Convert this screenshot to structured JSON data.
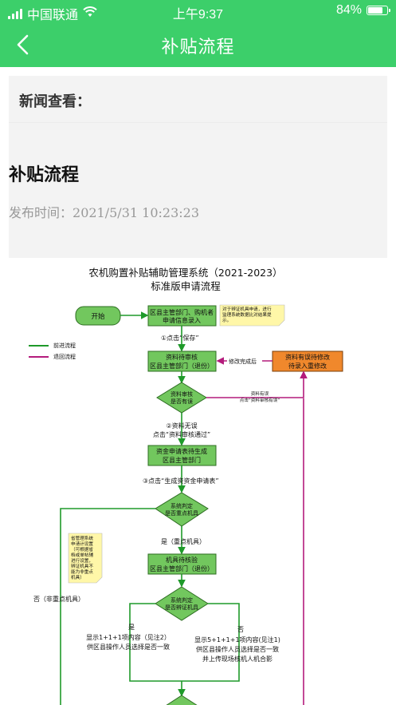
{
  "status_bar": {
    "carrier": "中国联通",
    "time": "上午9:37",
    "battery": "84%",
    "battery_level": 0.84
  },
  "nav": {
    "title": "补贴流程"
  },
  "news": {
    "section_label": "新闻查看：",
    "title": "补贴流程",
    "publish_label": "发布时间：",
    "publish_time": "2021/5/31 10:23:23"
  },
  "flowchart": {
    "title_line1": "农机购置补贴辅助管理系统（2021-2023）",
    "title_line2": "标准版申请流程",
    "start": "开始",
    "apply_box": [
      "区县主管部门、购机者",
      "申请信息录入"
    ],
    "apply_note": [
      "对于辨证机具申请，进行",
      "监理系统数据比对结果提",
      "示。"
    ],
    "legend_forward": "前进流程",
    "legend_back": "退回流程",
    "step1": "①点击“保存”",
    "review_box": [
      "资料待审核",
      "区县主管部门（退份）"
    ],
    "fix_label": "修改完成后",
    "error_box": [
      "资料有误待修改",
      "待录入重修改"
    ],
    "check_diamond": [
      "资料审核",
      "是否有误"
    ],
    "error_note": [
      "资料有误",
      "点击“资料审核有误”"
    ],
    "step2": [
      "②资料无误",
      "点击“资料审核通过”"
    ],
    "fund_box": [
      "资金申请表待生成",
      "区县主管部门"
    ],
    "step3": "③点击“生成资资金申请表”",
    "judge1": [
      "系统判定",
      "是否重点机具"
    ],
    "side_note": [
      "省管理系统",
      "申请计设置",
      "（可根据省",
      "档或单帖辅",
      "进行设置，",
      "辨证机具不",
      "能为非重点",
      "机具）"
    ],
    "yes_key": "是（重点机具）",
    "machine_box": [
      "机具待核验",
      "区县主管部门（退份）"
    ],
    "no_key": "否（非重点机具）",
    "judge2": [
      "系统判定",
      "是否辨证机具"
    ],
    "yes_label": "是",
    "no_label": "否",
    "yes_desc": [
      "显示1+1+1项内容（见注2）",
      "供区县操作人员选择是否一致"
    ],
    "no_desc": [
      "显示5+1+1+1项内容(见注1)",
      "供区县操作人员选择是否一致",
      "并上传现场核机人机合影"
    ]
  },
  "colors": {
    "primary": "#3ccf6a",
    "box_green": "#72c75e",
    "box_orange": "#f0882c",
    "note_yellow": "#fff7a8",
    "forward_line": "#1f9a2a",
    "back_line": "#b41b7c"
  }
}
